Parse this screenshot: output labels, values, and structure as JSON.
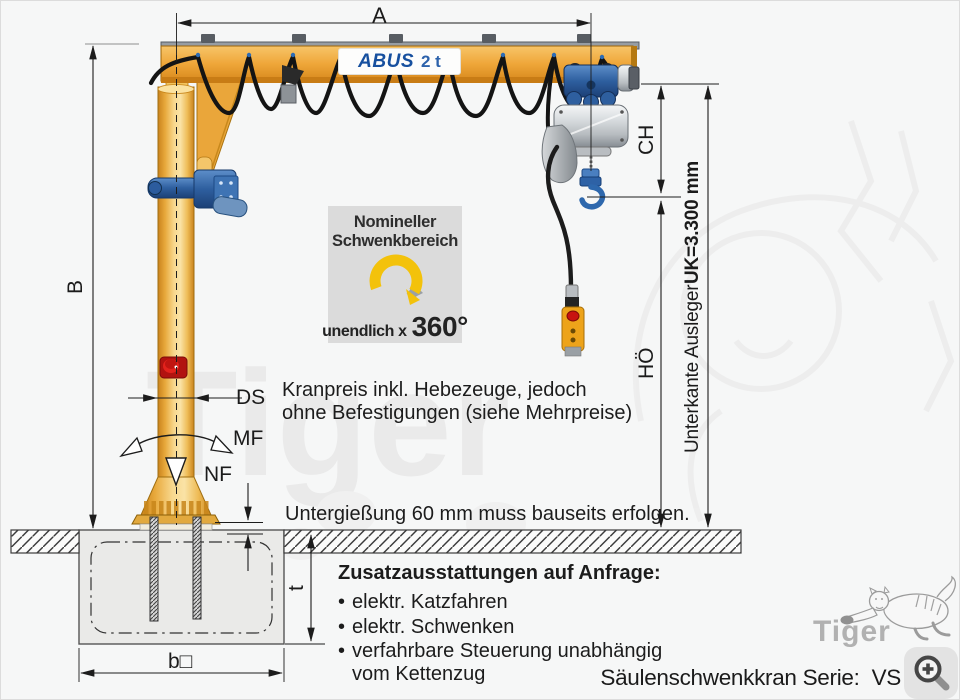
{
  "colors": {
    "crane_orange": "#efa73f",
    "abus_blue": "#1b4f9e",
    "accent_yellow": "#f3c20b",
    "stop_red": "#cb1512",
    "logo_gray": "#b1b1b1",
    "box_gray": "#dbdbdb",
    "text_dark": "#1c1c1c"
  },
  "diagram": {
    "watermark_text": "Tiger",
    "brand_plate": {
      "brand": "ABUS",
      "capacity": "2 t"
    },
    "dimensions": {
      "jib_span": "A",
      "column_height": "B",
      "hook_travel": "CH",
      "hook_height": "HÖ",
      "underside_prefix": "Unterkante Ausleger ",
      "underside_value": "UK=3.300 mm",
      "ds": "DS",
      "mf": "MF",
      "nf": "NF",
      "foundation_depth": "t",
      "foundation_width": "b□"
    },
    "swing_box": {
      "title_line1": "Nomineller",
      "title_line2": "Schwenkbereich",
      "caption_prefix": "unendlich x",
      "caption_value": "360°"
    },
    "notes": {
      "price_line1": "Kranpreis inkl. Hebezeuge, jedoch",
      "price_line2": "ohne Befestigungen (siehe Mehrpreise)",
      "grouting": "Untergießung 60 mm muss bauseits erfolgen."
    },
    "options": {
      "title": "Zusatzausstattungen auf Anfrage:",
      "bullet": "•",
      "items": [
        {
          "line1": "elektr. Katzfahren",
          "line2": ""
        },
        {
          "line1": "elektr. Schwenken",
          "line2": ""
        },
        {
          "line1": "verfahrbare Steuerung unabhängig",
          "line2": "vom Kettenzug"
        }
      ]
    },
    "footer": {
      "series_label": "Säulenschwenkkran Serie:",
      "series_value": "VS"
    },
    "logo_text": "Tiger"
  }
}
